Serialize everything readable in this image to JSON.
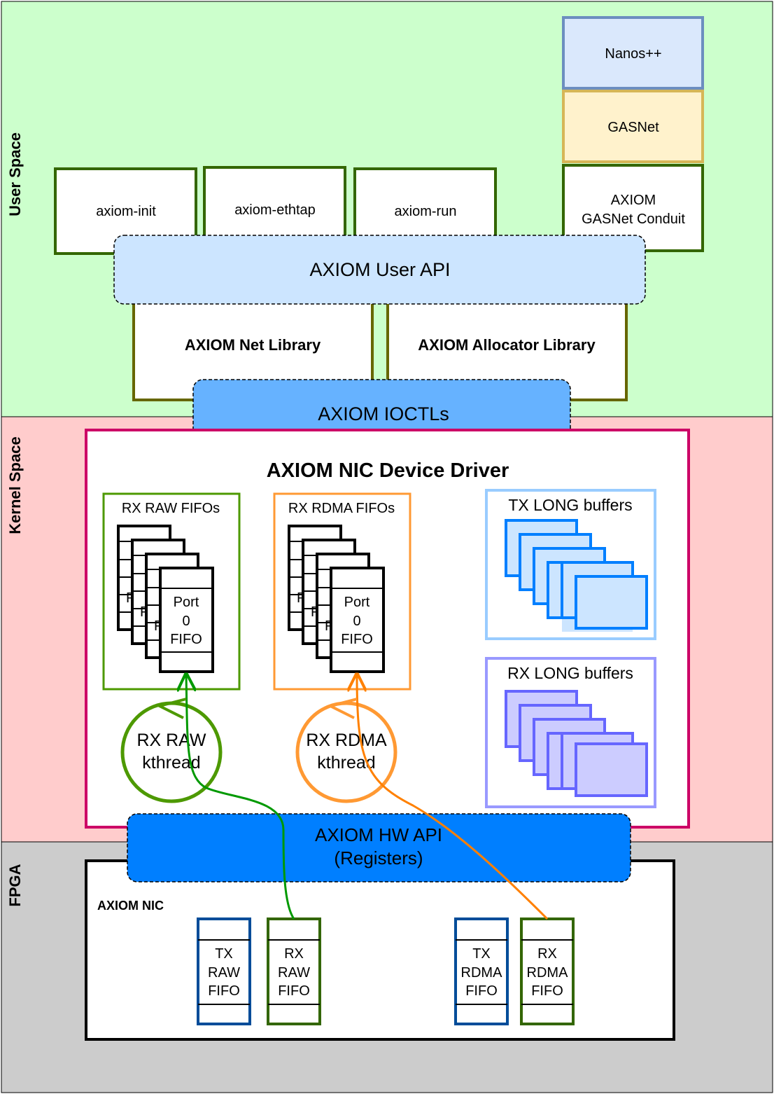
{
  "layers": {
    "user": "User Space",
    "kernel": "Kernel Space",
    "fpga": "FPGA"
  },
  "user_space": {
    "nanos": "Nanos++",
    "gasnet": "GASNet",
    "conduit_line1": "AXIOM",
    "conduit_line2": "GASNet Conduit",
    "init": "axiom-init",
    "ethtap": "axiom-ethtap",
    "run": "axiom-run",
    "user_api": "AXIOM User API",
    "net_library": "AXIOM Net Library",
    "allocator_library": "AXIOM Allocator Library",
    "ioctls": "AXIOM IOCTLs"
  },
  "kernel_space": {
    "driver_title": "AXIOM NIC Device Driver",
    "rx_raw_fifos": "RX RAW FIFOs",
    "rx_rdma_fifos": "RX RDMA FIFOs",
    "fifo_port_line1": "Port",
    "fifo_port_line2": "0",
    "fifo_port_line3": "FIFO",
    "fifo_peek": "P",
    "tx_long_buffers": "TX LONG buffers",
    "rx_long_buffers": "RX LONG buffers",
    "rx_raw_kthread_line1": "RX RAW",
    "rx_raw_kthread_line2": "kthread",
    "rx_rdma_kthread_line1": "RX RDMA",
    "rx_rdma_kthread_line2": "kthread",
    "hw_api_line1": "AXIOM HW API",
    "hw_api_line2": "(Registers)"
  },
  "fpga": {
    "nic": "AXIOM NIC",
    "tx_raw": [
      "TX",
      "RAW",
      "FIFO"
    ],
    "rx_raw": [
      "RX",
      "RAW",
      "FIFO"
    ],
    "tx_rdma": [
      "TX",
      "RDMA",
      "FIFO"
    ],
    "rx_rdma": [
      "RX",
      "RDMA",
      "FIFO"
    ]
  },
  "colors": {
    "user_bg": "#ccffcc",
    "kernel_bg": "#ffcccc",
    "fpga_bg": "#cccccc",
    "green_border": "#336600",
    "olive_border": "#666600",
    "driver_border": "#cc0066",
    "raw_path": "#009900",
    "rdma_path": "#ff8000",
    "blue_fifo": "#004c99",
    "hw_api_fill": "#007fff",
    "ioctls_fill": "#66b2ff",
    "user_api_fill": "#cce5ff"
  }
}
